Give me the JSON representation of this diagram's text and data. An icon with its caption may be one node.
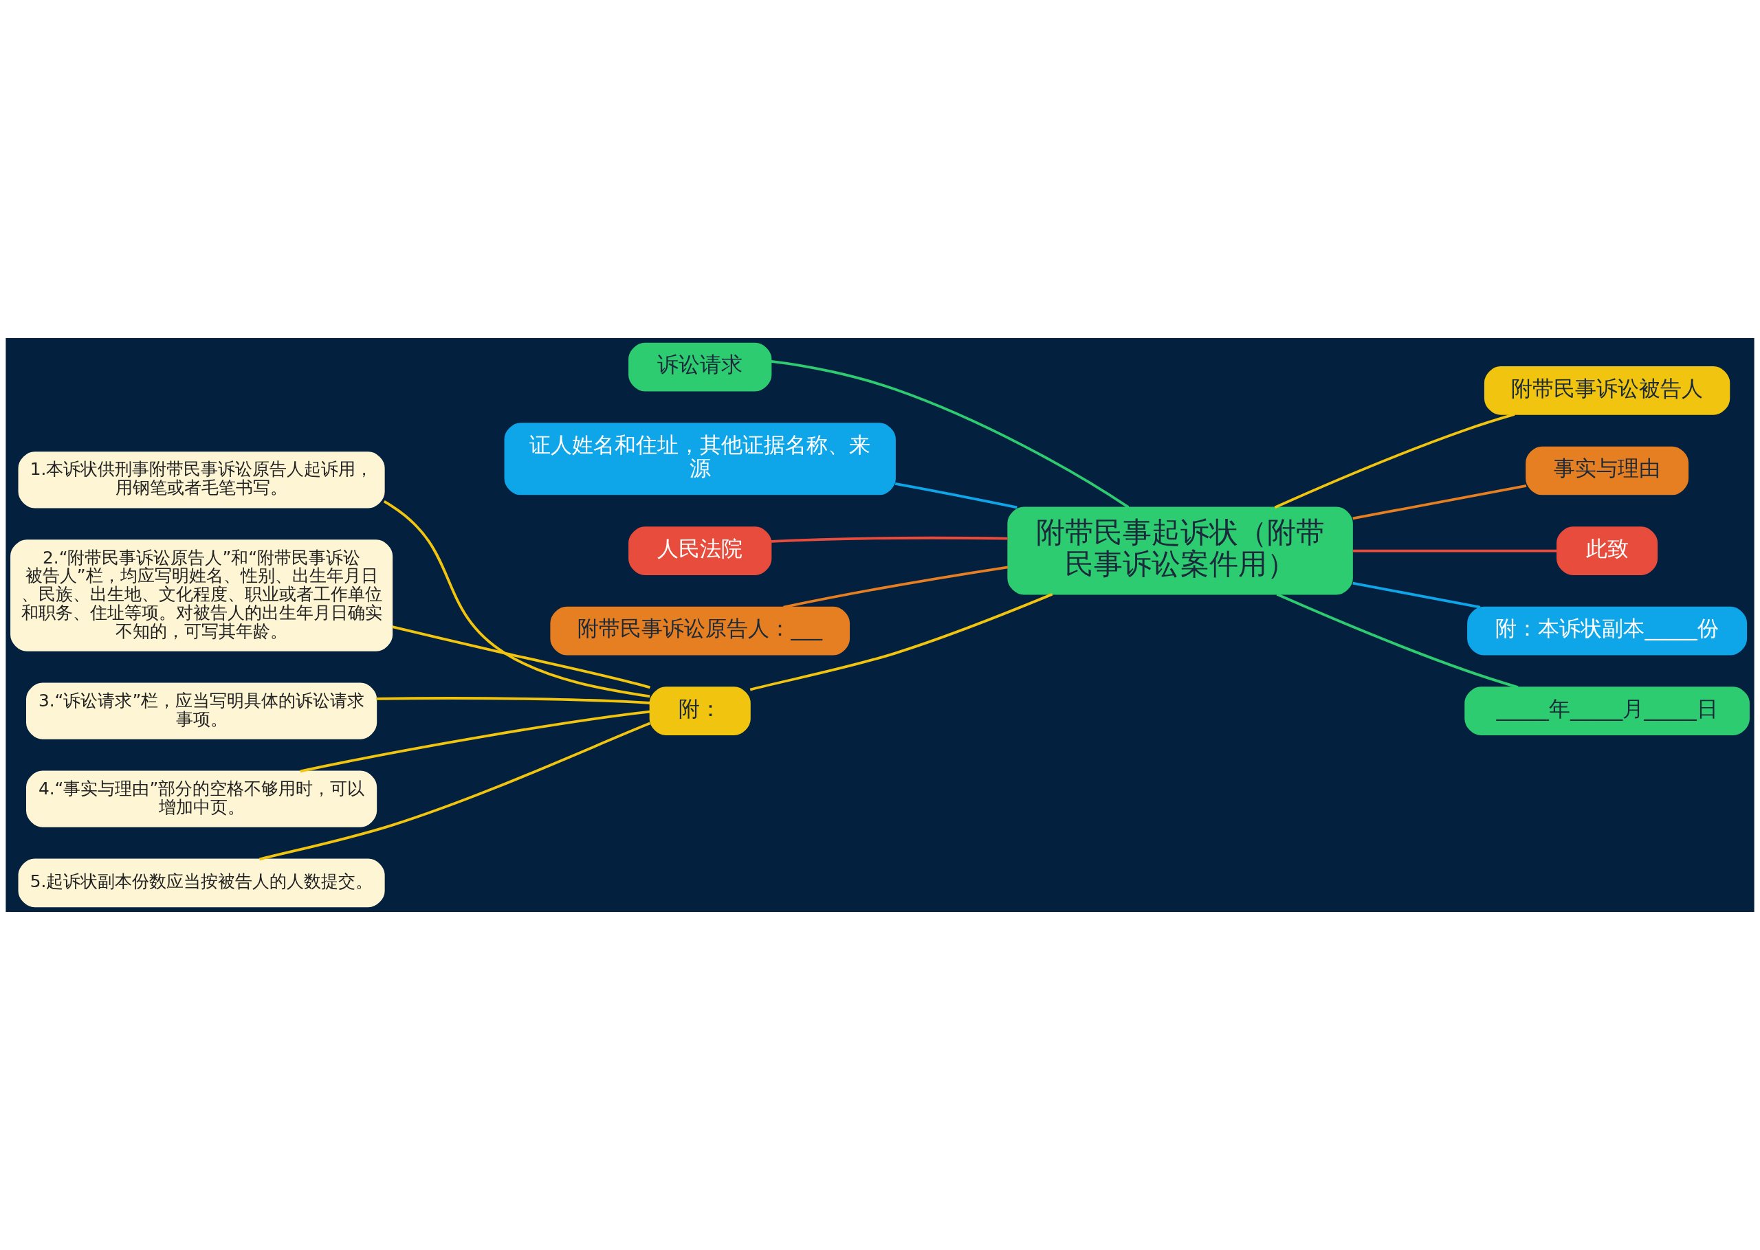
{
  "diagram": {
    "nodes": [
      {
        "text": [
          "附带民事起诉状（附带民事诉讼案件用）"
        ]
      },
      {
        "text": [
          "诉讼请求"
        ]
      },
      {
        "text": [
          "证人姓名和住址，其他证据名称、来源"
        ]
      },
      {
        "text": [
          "人民法院"
        ]
      },
      {
        "text": [
          "附带民事诉讼原告人：___"
        ]
      },
      {
        "text": [
          "附："
        ]
      },
      {
        "text": [
          "1.本诉状供刑事附带民事诉讼原告人起诉用，用钢笔或者毛笔书写。"
        ]
      },
      {
        "text": [
          "2.“附带民事诉讼原告人”和“附带民事诉讼被告人”栏，均应写明姓名、性别、出生年月日、民族、出生地、文化程度、职业或者工作单位和职务、住址等项。对被告人的出生年月日确实不知的，可写其年龄。"
        ]
      },
      {
        "text": [
          "3.“诉讼请求”栏，应当写明具体的诉讼请求事项。"
        ]
      },
      {
        "text": [
          "4.“事实与理由”部分的空格不够用时，可以增加中页。"
        ]
      },
      {
        "text": [
          "5.起诉状副本份数应当按被告人的人数提交。"
        ]
      },
      {
        "text": [
          "附带民事诉讼被告人"
        ]
      },
      {
        "text": [
          "事实与理由"
        ]
      },
      {
        "text": [
          "此致"
        ]
      },
      {
        "text": [
          "附：本诉状副本_____份"
        ]
      },
      {
        "text": [
          "_____年_____月_____日"
        ]
      }
    ],
    "edges": [
      {
        "from": 0,
        "to": 1,
        "arrow": "none",
        "color": "#2ecc71"
      },
      {
        "from": 0,
        "to": 2,
        "arrow": "none",
        "color": "#0ea5e9"
      },
      {
        "from": 0,
        "to": 3,
        "arrow": "none",
        "color": "#e74c3c"
      },
      {
        "from": 0,
        "to": 4,
        "arrow": "none",
        "color": "#e67e22"
      },
      {
        "from": 0,
        "to": 5,
        "arrow": "none"
      },
      {
        "from": 5,
        "to": 6,
        "arrow": "none"
      },
      {
        "from": 5,
        "to": 7,
        "arrow": "none"
      },
      {
        "from": 5,
        "to": 8,
        "arrow": "none"
      },
      {
        "from": 5,
        "to": 9,
        "arrow": "none"
      },
      {
        "from": 5,
        "to": 10,
        "arrow": "none"
      },
      {
        "from": 0,
        "to": 11,
        "arrow": "none"
      },
      {
        "from": 0,
        "to": 12,
        "arrow": "none",
        "color": "#e67e22"
      },
      {
        "from": 0,
        "to": 13,
        "arrow": "none",
        "color": "#e74c3c"
      },
      {
        "from": 0,
        "to": 14,
        "arrow": "none",
        "color": "#0ea5e9"
      },
      {
        "from": 0,
        "to": 15,
        "arrow": "none",
        "color": "#2ecc71"
      }
    ]
  }
}
